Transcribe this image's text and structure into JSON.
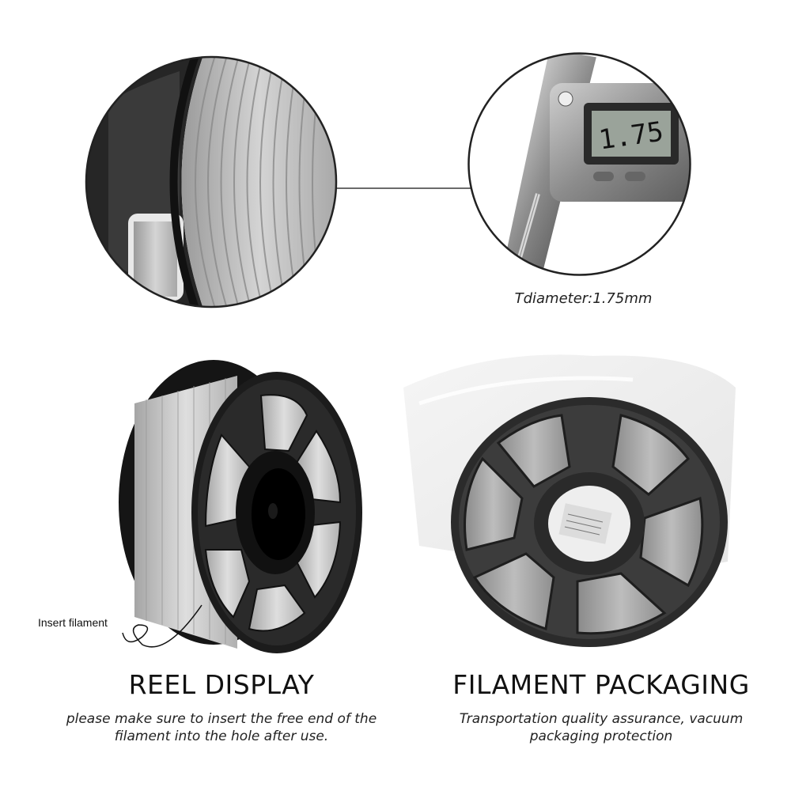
{
  "top_left_closeup": {
    "subject": "filament-spool-closeup"
  },
  "top_right_closeup": {
    "subject": "caliper-measurement",
    "display_value": "1.75",
    "caption": "Tdiameter:1.75mm"
  },
  "reel_display": {
    "callout_label": "Insert filament",
    "heading": "REEL DISPLAY",
    "description_line1": "please make sure to insert the free end of the",
    "description_line2": "filament into the hole after use."
  },
  "filament_packaging": {
    "heading": "FILAMENT PACKAGING",
    "description_line1": "Transportation quality assurance, vacuum",
    "description_line2": "packaging protection"
  },
  "colors": {
    "spool_black": "#1b1b1b",
    "filament_gray": "#bdbdbd",
    "circle_border": "#222222"
  }
}
